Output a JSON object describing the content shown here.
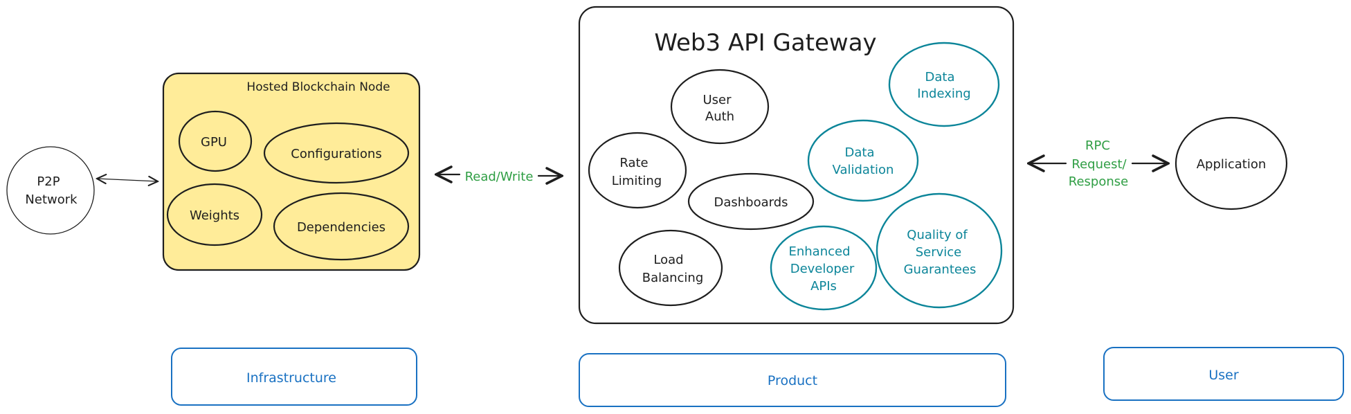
{
  "title": "Web3 API Gateway",
  "hosted_node": {
    "title": "Hosted Blockchain Node",
    "items": [
      "GPU",
      "Configurations",
      "Weights",
      "Dependencies"
    ]
  },
  "p2p": [
    "P2P",
    "Network"
  ],
  "read_write": "Read/Write",
  "gateway_items": {
    "user_auth": [
      "User",
      "Auth"
    ],
    "rate_limiting": [
      "Rate",
      "Limiting"
    ],
    "dashboards": "Dashboards",
    "load_balancing": [
      "Load",
      "Balancing"
    ],
    "data_indexing": [
      "Data",
      "Indexing"
    ],
    "data_validation": [
      "Data",
      "Validation"
    ],
    "enhanced_apis": [
      "Enhanced",
      "Developer",
      "APIs"
    ],
    "qos": [
      "Quality of",
      "Service",
      "Guarantees"
    ]
  },
  "rpc": [
    "RPC",
    "Request/",
    "Response"
  ],
  "application": "Application",
  "layers": [
    "Infrastructure",
    "Product",
    "User"
  ],
  "colors": {
    "node_fill": "#ffec99",
    "teal": "#0c8599",
    "green": "#2f9e44",
    "blue": "#1971c2",
    "ink": "#1e1e1e"
  }
}
